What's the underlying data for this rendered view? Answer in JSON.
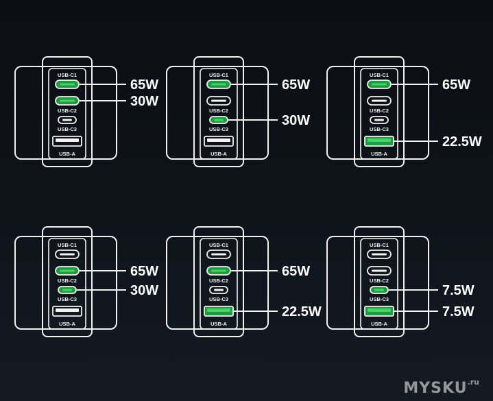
{
  "colors": {
    "outline": "#f2f2f2",
    "active_fill": "#1f9a3f",
    "active_core": "#44d469",
    "watts_text": "#ffffff",
    "watermark": "#8a8a8a"
  },
  "port_labels": {
    "c1": "USB-C1",
    "c2": "USB-C2",
    "c3": "USB-C3",
    "a": "USB-A"
  },
  "configs": [
    {
      "active": [
        "c1",
        "c2"
      ],
      "lines": [
        {
          "from": "c1",
          "label": "65W"
        },
        {
          "from": "c2",
          "label": "30W"
        }
      ]
    },
    {
      "active": [
        "c1",
        "c3"
      ],
      "lines": [
        {
          "from": "c1",
          "label": "65W"
        },
        {
          "from": "c3",
          "label": "30W"
        }
      ]
    },
    {
      "active": [
        "c1",
        "a"
      ],
      "lines": [
        {
          "from": "c1",
          "label": "65W"
        },
        {
          "from": "a",
          "label": "22.5W"
        }
      ]
    },
    {
      "active": [
        "c2",
        "c3"
      ],
      "lines": [
        {
          "from": "c2",
          "label": "65W"
        },
        {
          "from": "c3",
          "label": "30W"
        }
      ]
    },
    {
      "active": [
        "c2",
        "a"
      ],
      "lines": [
        {
          "from": "c2",
          "label": "65W"
        },
        {
          "from": "a",
          "label": "22.5W"
        }
      ]
    },
    {
      "active": [
        "c3",
        "a"
      ],
      "lines": [
        {
          "from": "c3",
          "label": "7.5W"
        },
        {
          "from": "a",
          "label": "7.5W"
        }
      ]
    }
  ],
  "watermark": {
    "main": "MYSKU",
    "suffix": ".ru"
  }
}
